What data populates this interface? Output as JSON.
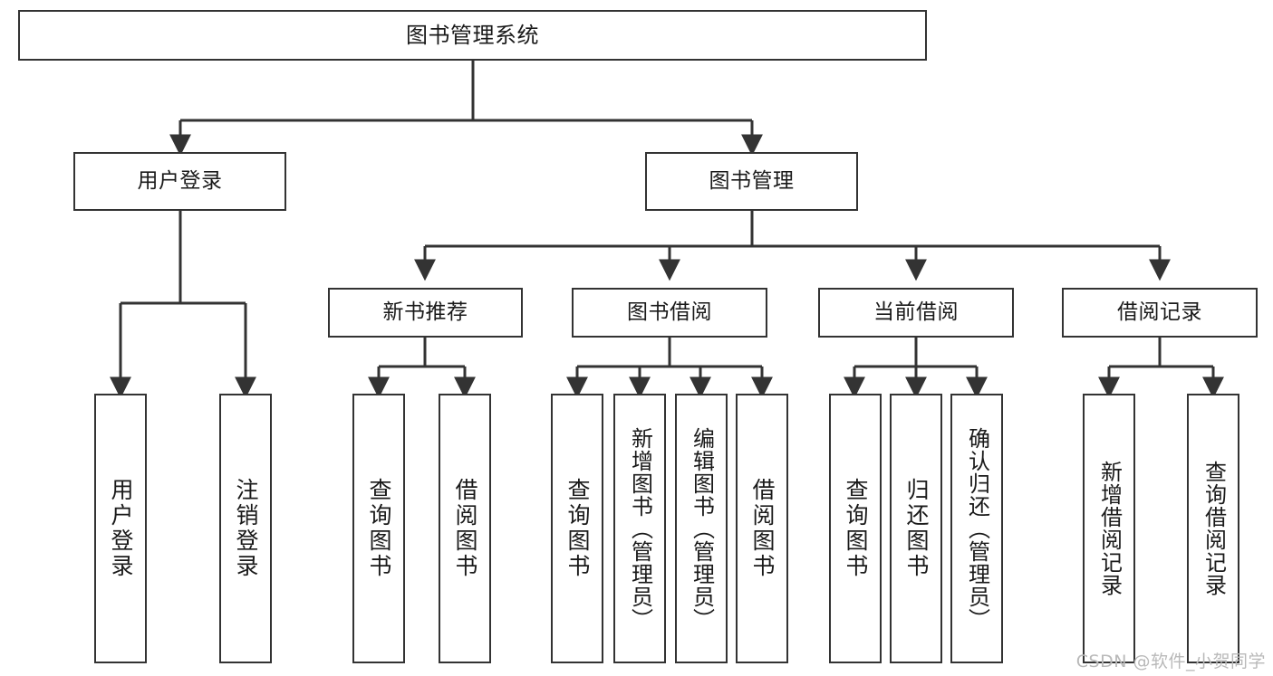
{
  "diagram": {
    "title": "图书管理系统",
    "watermark": "CSDN @软件_小贺同学",
    "stroke_color": "#333333",
    "background_color": "#ffffff",
    "text_color": "#1a1a1a",
    "root": {
      "label": "图书管理系统"
    },
    "level2": [
      {
        "label": "用户登录"
      },
      {
        "label": "图书管理"
      }
    ],
    "level3": [
      {
        "label": "新书推荐"
      },
      {
        "label": "图书借阅"
      },
      {
        "label": "当前借阅"
      },
      {
        "label": "借阅记录"
      }
    ],
    "leaves_user_login": [
      {
        "label": "用户登录"
      },
      {
        "label": "注销登录"
      }
    ],
    "leaves_new_book": [
      {
        "label": "查询图书"
      },
      {
        "label": "借阅图书"
      }
    ],
    "leaves_borrow": [
      {
        "label": "查询图书"
      },
      {
        "label": "新增图书（管理员）"
      },
      {
        "label": "编辑图书（管理员）"
      },
      {
        "label": "借阅图书"
      }
    ],
    "leaves_current": [
      {
        "label": "查询图书"
      },
      {
        "label": "归还图书"
      },
      {
        "label": "确认归还（管理员）"
      }
    ],
    "leaves_record": [
      {
        "label": "新增借阅记录"
      },
      {
        "label": "查询借阅记录"
      }
    ]
  }
}
